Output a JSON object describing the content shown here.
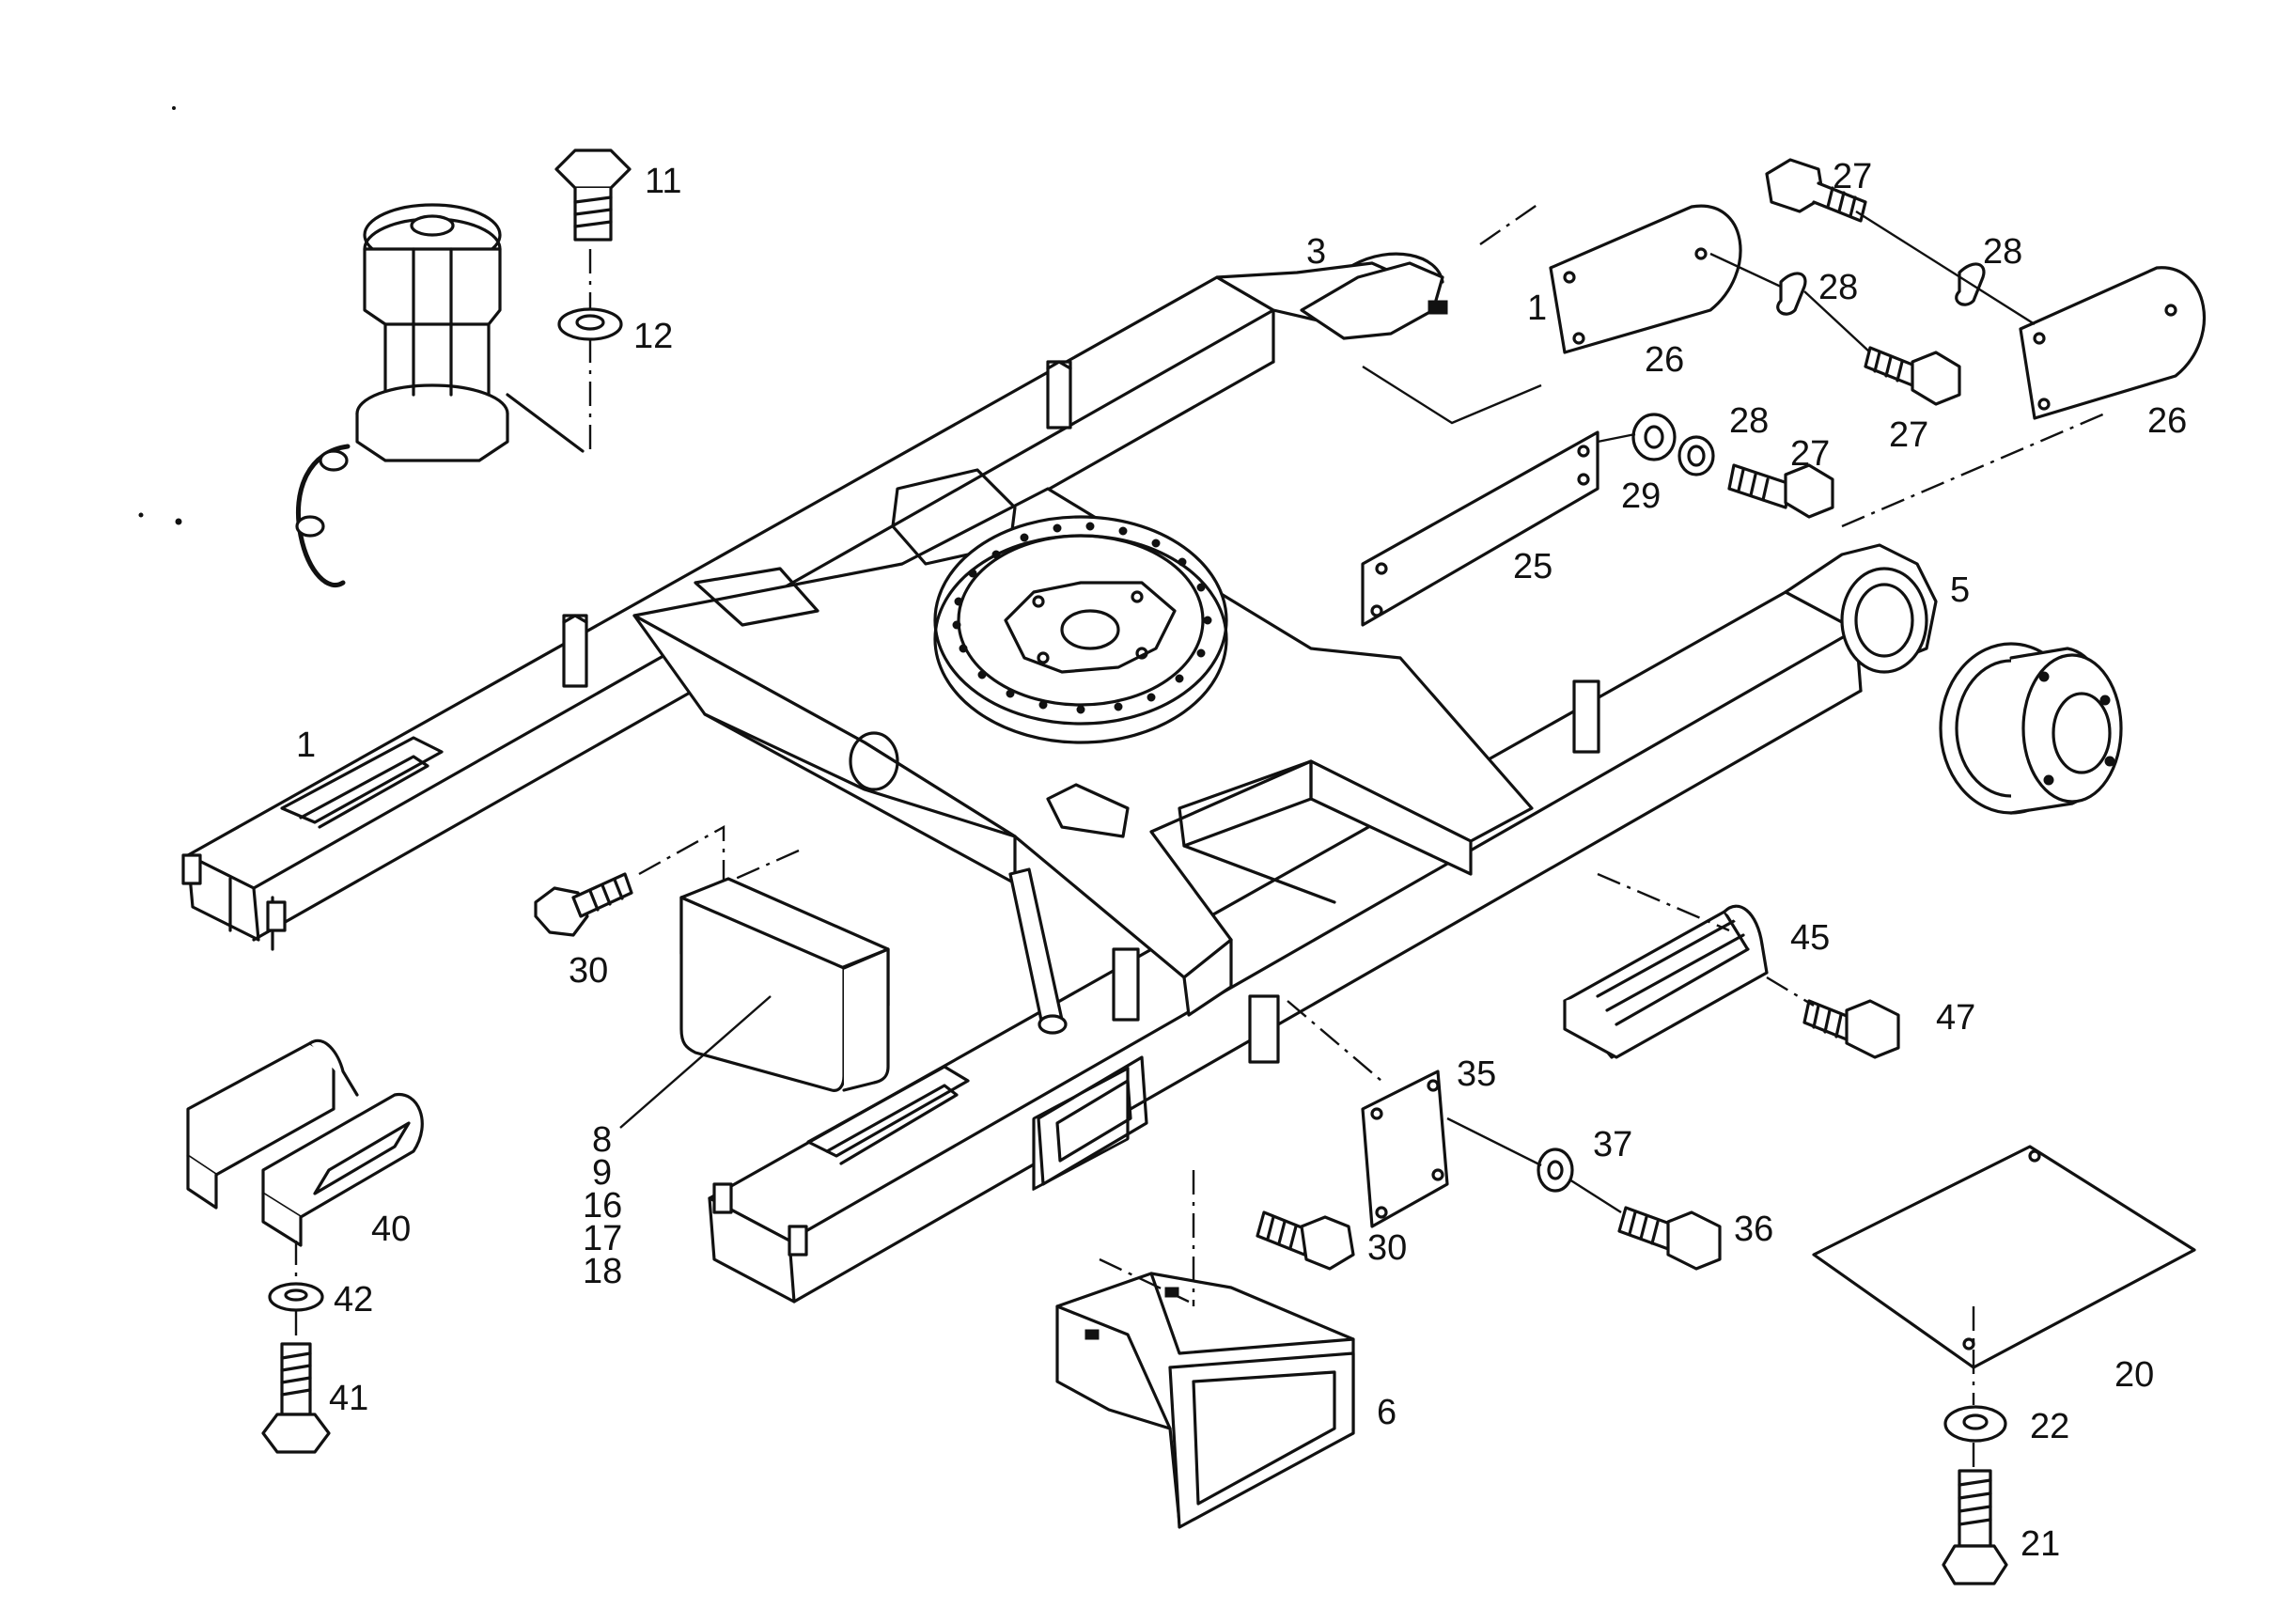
{
  "diagram": {
    "labels": [
      {
        "id": "p11",
        "text": "11"
      },
      {
        "id": "p12",
        "text": "12"
      },
      {
        "id": "p3",
        "text": "3"
      },
      {
        "id": "p1a",
        "text": "1"
      },
      {
        "id": "p26a",
        "text": "26"
      },
      {
        "id": "p27a",
        "text": "27"
      },
      {
        "id": "p28a",
        "text": "28"
      },
      {
        "id": "p28b",
        "text": "28"
      },
      {
        "id": "p27b",
        "text": "27"
      },
      {
        "id": "p26b",
        "text": "26"
      },
      {
        "id": "p29",
        "text": "29"
      },
      {
        "id": "p28c",
        "text": "28"
      },
      {
        "id": "p27c",
        "text": "27"
      },
      {
        "id": "p25",
        "text": "25"
      },
      {
        "id": "p5",
        "text": "5"
      },
      {
        "id": "p1b",
        "text": "1"
      },
      {
        "id": "p30a",
        "text": "30"
      },
      {
        "id": "p45",
        "text": "45"
      },
      {
        "id": "p47",
        "text": "47"
      },
      {
        "id": "p35",
        "text": "35"
      },
      {
        "id": "p37",
        "text": "37"
      },
      {
        "id": "p36",
        "text": "36"
      },
      {
        "id": "p8",
        "text": "8"
      },
      {
        "id": "p9",
        "text": "9"
      },
      {
        "id": "p16",
        "text": "16"
      },
      {
        "id": "p17",
        "text": "17"
      },
      {
        "id": "p18",
        "text": "18"
      },
      {
        "id": "p40",
        "text": "40"
      },
      {
        "id": "p42",
        "text": "42"
      },
      {
        "id": "p41",
        "text": "41"
      },
      {
        "id": "p30b",
        "text": "30"
      },
      {
        "id": "p6",
        "text": "6"
      },
      {
        "id": "p20",
        "text": "20"
      },
      {
        "id": "p22",
        "text": "22"
      },
      {
        "id": "p21",
        "text": "21"
      }
    ]
  }
}
